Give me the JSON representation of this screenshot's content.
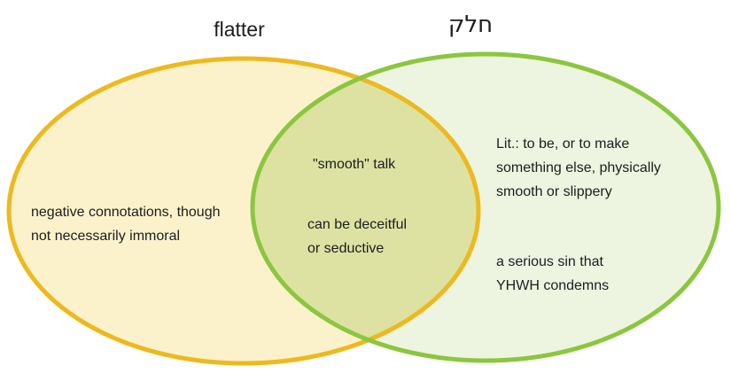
{
  "diagram": {
    "type": "venn",
    "background_color": "#ffffff",
    "text_color": "#1d1d1d",
    "left_set": {
      "title": "flatter",
      "border_color": "#edb91e",
      "fill_color": "#fbf2cc",
      "labels": {
        "connotations": "negative connotations, though\nnot necessarily immoral"
      }
    },
    "right_set": {
      "title": "חלק",
      "border_color": "#8cc63f",
      "fill_color": "#edf5e1",
      "labels": {
        "literal": "Lit.: to be, or to make\nsomething else, physically\nsmooth or slippery",
        "sin": "a serious sin that\nYHWH condemns"
      }
    },
    "overlap": {
      "fill_color": "#dde2a3",
      "labels": {
        "smooth_talk": "\"smooth\" talk",
        "deceitful": "can be deceitful\nor seductive"
      }
    }
  }
}
